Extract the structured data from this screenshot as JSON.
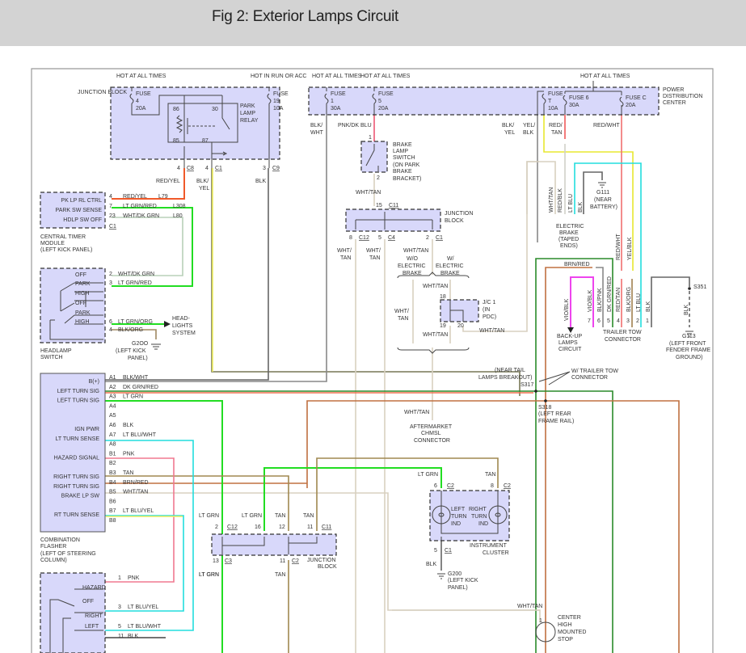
{
  "header": {
    "title": "Fig 2: Exterior Lamps Circuit"
  },
  "colors": {
    "component_fill": "#d8d8fa",
    "header_bg": "#d3d3d3",
    "wire_red": "#f05a2a",
    "wire_lt_grn": "#22dd22",
    "wire_wht_grn": "#b8d0b8",
    "wire_blk": "#555555",
    "wire_blk_yel": "#777755",
    "wire_pnk": "#f07890",
    "wire_tan": "#a08850",
    "wire_lt_blu": "#22dddd",
    "wire_brn_red": "#c07040",
    "wire_dk_grn_red": "#2a8a2a",
    "wire_wht_tan": "#d8d0c0",
    "wire_red_wht": "#f07070",
    "wire_yel": "#eeee30",
    "wire_vio": "#ee44ee"
  },
  "junction_block_top": {
    "label": "JUNCTION BLOCK",
    "hot_all_times": "HOT AT ALL TIMES",
    "hot_run_acc": "HOT IN RUN OR ACC",
    "fuse4": [
      "FUSE",
      "4",
      "20A"
    ],
    "fuse19": [
      "FUSE",
      "19",
      "10A"
    ],
    "relay_label": [
      "PARK",
      "LAMP",
      "RELAY"
    ],
    "pins": {
      "p86": "86",
      "p30": "30",
      "p85": "85",
      "p87": "87"
    },
    "connectors": [
      {
        "pin": "4",
        "conn": "C8"
      },
      {
        "pin": "4",
        "conn": "C1"
      },
      {
        "pin": "3",
        "conn": "C9"
      }
    ],
    "wires": {
      "red_yel": "RED/YEL",
      "blk_yel": [
        "BLK/",
        "YEL"
      ],
      "blk": "BLK"
    }
  },
  "pdc": {
    "label": [
      "POWER",
      "DISTRIBUTION",
      "CENTER"
    ],
    "hot1": "HOT AT ALL TIMES",
    "hot2": "HOT AT ALL TIMES",
    "hot3": "HOT AT ALL TIMES",
    "fuse1": [
      "FUSE",
      "1",
      "30A"
    ],
    "fuse5": [
      "FUSE",
      "5",
      "20A"
    ],
    "fuseT": [
      "FUSE",
      "T",
      "10A"
    ],
    "fuse6": [
      "FUSE 6",
      "30A"
    ],
    "fuseC": [
      "FUSE C",
      "20A"
    ],
    "wires": {
      "blk_wht": [
        "BLK/",
        "WHT"
      ],
      "pnk_dk_blu": "PNK/DK BLU",
      "blk_yel": [
        "BLK/",
        "YEL"
      ],
      "yel_blk": [
        "YEL/",
        "BLK"
      ],
      "red_tan": [
        "RED/",
        "TAN"
      ],
      "red_wht": "RED/WHT"
    }
  },
  "brake_switch": {
    "label": [
      "BRAKE",
      "LAMP",
      "SWITCH",
      "(ON PARK",
      "BRAKE",
      "BRACKET)"
    ],
    "pin_in": "1",
    "pin_out": "2",
    "out_wire": "WHT/TAN"
  },
  "junction_block_mid": {
    "label": [
      "JUNCTION",
      "BLOCK"
    ],
    "in_pin": "15",
    "in_conn": "C11",
    "outs": [
      {
        "pin": "8",
        "conn": "C12"
      },
      {
        "pin": "5",
        "conn": "C4"
      },
      {
        "pin": "2",
        "conn": "C1"
      }
    ],
    "wire_labels": [
      "WHT/",
      "TAN",
      "WHT/",
      "TAN",
      "WHT/TAN"
    ],
    "wo_brake": [
      "W/O",
      "ELECTRIC",
      "BRAKE"
    ],
    "w_brake": [
      "W/",
      "ELECTRIC",
      "BRAKE"
    ]
  },
  "jc1": {
    "label": [
      "J/C 1",
      "(IN",
      "PDC)"
    ],
    "pins": [
      "18",
      "19",
      "20"
    ],
    "wire_top": "WHT/TAN",
    "wire_bottom": "WHT/TAN",
    "wire_right": "WHT/TAN",
    "wire_left": [
      "WHT/",
      "TAN"
    ]
  },
  "central_timer": {
    "rows": [
      {
        "label": "PK LP RL CTRL",
        "pin": "4",
        "wire": "RED/YEL",
        "circuit": "L79"
      },
      {
        "label": "PARK SW SENSE",
        "pin": "7",
        "wire": "LT GRN/RED",
        "circuit": "L308"
      },
      {
        "label": "HDLP SW OFF",
        "pin": "23",
        "wire": "WHT/DK GRN",
        "circuit": "L80"
      }
    ],
    "conn": "C1",
    "caption": [
      "CENTRAL TIMER",
      "MODULE",
      "(LEFT KICK PANEL)"
    ]
  },
  "headlamp_switch": {
    "positions": [
      "OFF",
      "PARK",
      "HIGH",
      "OFF",
      "PARK",
      "HIGH"
    ],
    "pins": [
      {
        "pin": "2",
        "wire": "WHT/DK GRN"
      },
      {
        "pin": "3",
        "wire": "LT GRN/RED"
      },
      {
        "pin": "6",
        "wire": "LT GRN/ORG"
      },
      {
        "pin": "4",
        "wire": "BLK/ORG"
      }
    ],
    "headlights": [
      "HEAD-",
      "LIGHTS",
      "SYSTEM"
    ],
    "ground": [
      "G2OO",
      "(LEFT KICK",
      "PANEL)"
    ],
    "caption": [
      "HEADLAMP",
      "SWITCH"
    ]
  },
  "electric_brake": {
    "wires": [
      "WHT/TAN",
      "RED/BLK",
      "LT BLU",
      "BLK"
    ],
    "caption": [
      "ELECTRIC",
      "BRAKE",
      "(TAPED",
      "ENDS)"
    ],
    "ground": [
      "G111",
      "(NEAR",
      "BATTERY)"
    ]
  },
  "trailer_tow": {
    "upper_wires": [
      "RED/WHT",
      "YEL/BLK"
    ],
    "brn_red": "BRN/RED",
    "pins": [
      {
        "pin": "7",
        "wire": "VIO/BLK"
      },
      {
        "pin": "6",
        "wire": "BLK/PNK"
      },
      {
        "pin": "5",
        "wire": "DK GRN/RED"
      },
      {
        "pin": "4",
        "wire": "RED/TAN"
      },
      {
        "pin": "3",
        "wire": "BLK/ORG"
      },
      {
        "pin": "2",
        "wire": "LT BLU"
      },
      {
        "pin": "1",
        "wire": "BLK"
      }
    ],
    "caption": [
      "TRAILER TOW",
      "CONNECTOR"
    ],
    "backup": {
      "wire": "VIO/BLK",
      "label": [
        "BACK-UP",
        "LAMPS",
        "CIRCUIT"
      ]
    },
    "s351": "S351",
    "g113_wire": "BLK",
    "g113": [
      "G113",
      "(LEFT FRONT",
      "FENDER FRAME",
      "GROUND)"
    ]
  },
  "splices": {
    "s317": [
      "(NEAR TAIL",
      "LAMPS BREAKOUT)",
      "S317"
    ],
    "w_trailer": [
      "W/ TRAILER TOW",
      "CONNECTOR"
    ],
    "s318": [
      "S318",
      "(LEFT REAR",
      "FRAME RAIL)"
    ]
  },
  "chmsl": {
    "wire": "WHT/TAN",
    "label": [
      "AFTERMARKET",
      "CHMSL",
      "CONNECTOR"
    ]
  },
  "flasher": {
    "rows": [
      {
        "pin": "A1",
        "label": "B(+)",
        "wire": "BLK/WHT"
      },
      {
        "pin": "A2",
        "label": "LEFT TURN SIG",
        "wire": "DK GRN/RED"
      },
      {
        "pin": "A3",
        "label": "LEFT TURN SIG",
        "wire": "LT GRN"
      },
      {
        "pin": "A4",
        "label": "",
        "wire": ""
      },
      {
        "pin": "A5",
        "label": "",
        "wire": ""
      },
      {
        "pin": "A6",
        "label": "IGN PWR",
        "wire": "BLK"
      },
      {
        "pin": "A7",
        "label": "LT TURN SENSE",
        "wire": "LT BLU/WHT"
      },
      {
        "pin": "A8",
        "label": "",
        "wire": ""
      },
      {
        "pin": "B1",
        "label": "HAZARD SIGNAL",
        "wire": "PNK"
      },
      {
        "pin": "B2",
        "label": "",
        "wire": ""
      },
      {
        "pin": "B3",
        "label": "RIGHT TURN SIG",
        "wire": "TAN"
      },
      {
        "pin": "B4",
        "label": "RIGHT TURN SIG",
        "wire": "BRN/RED"
      },
      {
        "pin": "B5",
        "label": "BRAKE LP SW",
        "wire": "WHT/TAN"
      },
      {
        "pin": "B6",
        "label": "",
        "wire": ""
      },
      {
        "pin": "B7",
        "label": "RT TURN SENSE",
        "wire": "LT BLU/YEL"
      },
      {
        "pin": "B8",
        "label": "",
        "wire": ""
      }
    ],
    "caption": [
      "COMBINATION",
      "FLASHER",
      "(LEFT OF STEERING",
      "COLUMN)"
    ]
  },
  "junction_block_low": {
    "in": [
      {
        "wire": "LT GRN",
        "pin": "2",
        "conn": "C12"
      },
      {
        "wire": "LT GRN",
        "pin": "16",
        "conn": ""
      },
      {
        "wire": "TAN",
        "pin": "12",
        "conn": ""
      },
      {
        "wire": "TAN",
        "pin": "11",
        "conn": "C11"
      }
    ],
    "out": [
      {
        "wire": "LT GRN",
        "pin": "13",
        "conn": "C3"
      },
      {
        "wire": "TAN",
        "pin": "11",
        "conn": "C2"
      }
    ],
    "label": [
      "JUNCTION",
      "BLOCK"
    ]
  },
  "instrument_cluster": {
    "in_left": {
      "wire": "LT GRN",
      "pin": "6",
      "conn": "C2"
    },
    "in_right": {
      "wire": "TAN",
      "pin": "8",
      "conn": "C2"
    },
    "left_lamp": [
      "LEFT",
      "TURN",
      "IND"
    ],
    "right_lamp": [
      "RIGHT",
      "TURN",
      "IND"
    ],
    "out": {
      "pin": "5",
      "conn": "C1",
      "wire": "BLK"
    },
    "label": [
      "INSTRUMENT",
      "CLUSTER"
    ],
    "ground": [
      "G200",
      "(LEFT KICK",
      "PANEL)"
    ]
  },
  "turn_switch": {
    "positions": [
      "HAZARD",
      "OFF",
      "RIGHT",
      "LEFT"
    ],
    "pins": [
      {
        "pin": "1",
        "wire": "PNK"
      },
      {
        "pin": "3",
        "wire": "LT BLU/YEL"
      },
      {
        "pin": "5",
        "wire": "LT BLU/WHT"
      },
      {
        "pin": "11",
        "wire": "BLK"
      }
    ]
  },
  "chmsl_lamp": {
    "wire": "WHT/TAN",
    "pin": "1",
    "label": [
      "CENTER",
      "HIGH",
      "MOUNTED",
      "STOP"
    ]
  },
  "low_lt_grn": "LT GRN",
  "low_tan": "TAN"
}
